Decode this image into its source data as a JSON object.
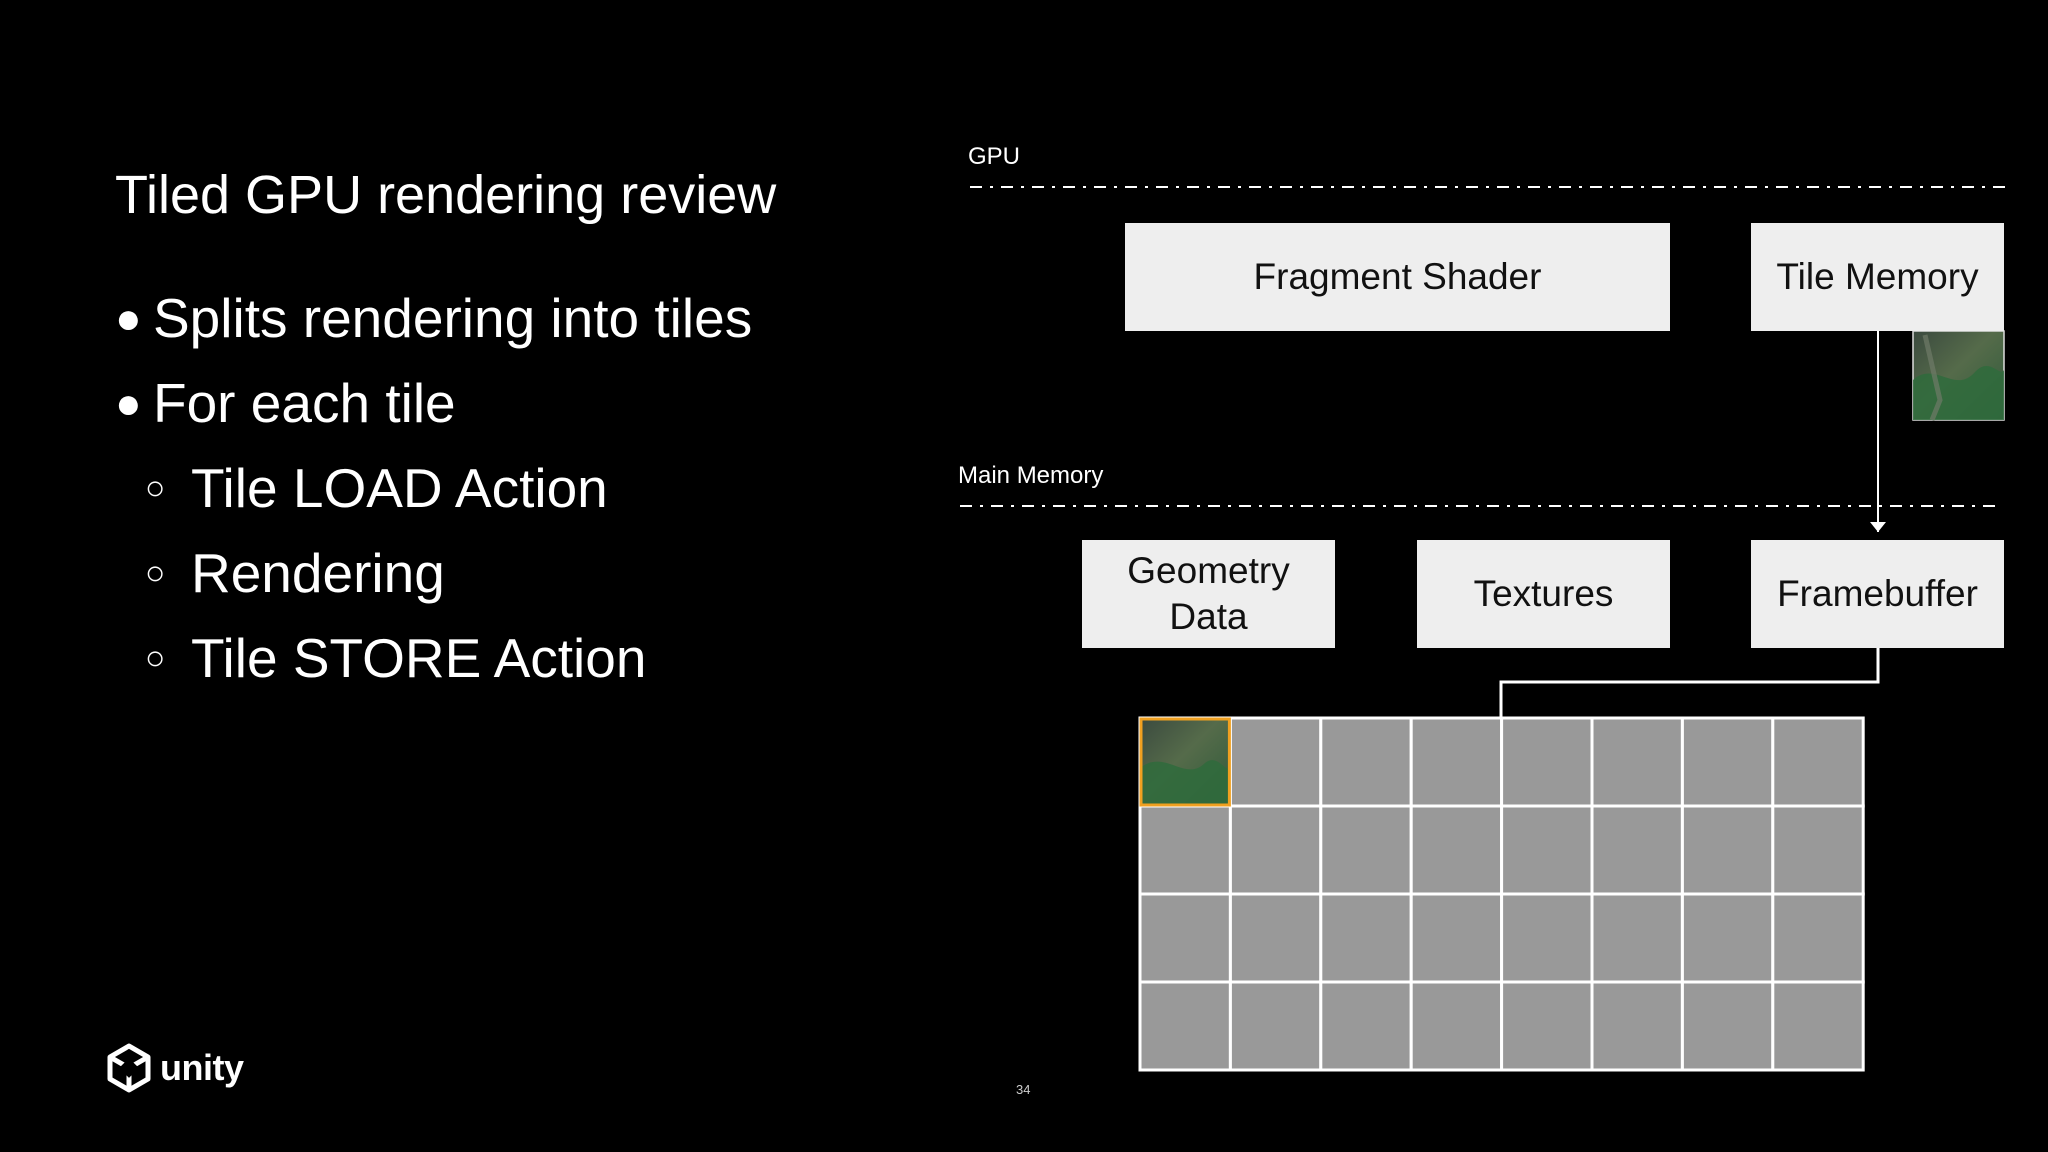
{
  "slide": {
    "title": "Tiled GPU rendering review",
    "bullets": [
      {
        "level": 1,
        "marker": "●",
        "text": "Splits rendering into tiles"
      },
      {
        "level": 1,
        "marker": "●",
        "text": "For each tile"
      },
      {
        "level": 2,
        "marker": "○",
        "text": "Tile LOAD Action"
      },
      {
        "level": 2,
        "marker": "○",
        "text": "Rendering"
      },
      {
        "level": 2,
        "marker": "○",
        "text": "Tile STORE Action"
      }
    ],
    "page_number": "34",
    "logo_text": "unity"
  },
  "diagram": {
    "gpu_label": "GPU",
    "main_memory_label": "Main Memory",
    "boxes": {
      "fragment_shader": "Fragment Shader",
      "tile_memory": "Tile Memory",
      "geometry_data": "Geometry\nData",
      "textures": "Textures",
      "framebuffer": "Framebuffer"
    },
    "tile_grid": {
      "columns": 8,
      "rows": 4,
      "highlighted_tile": [
        0,
        0
      ]
    }
  },
  "colors": {
    "background": "#000000",
    "text": "#ffffff",
    "box_fill": "#eeeeee",
    "tile_fill": "#999999",
    "tile_border": "#ffffff",
    "highlight_border": "#f0a020"
  }
}
